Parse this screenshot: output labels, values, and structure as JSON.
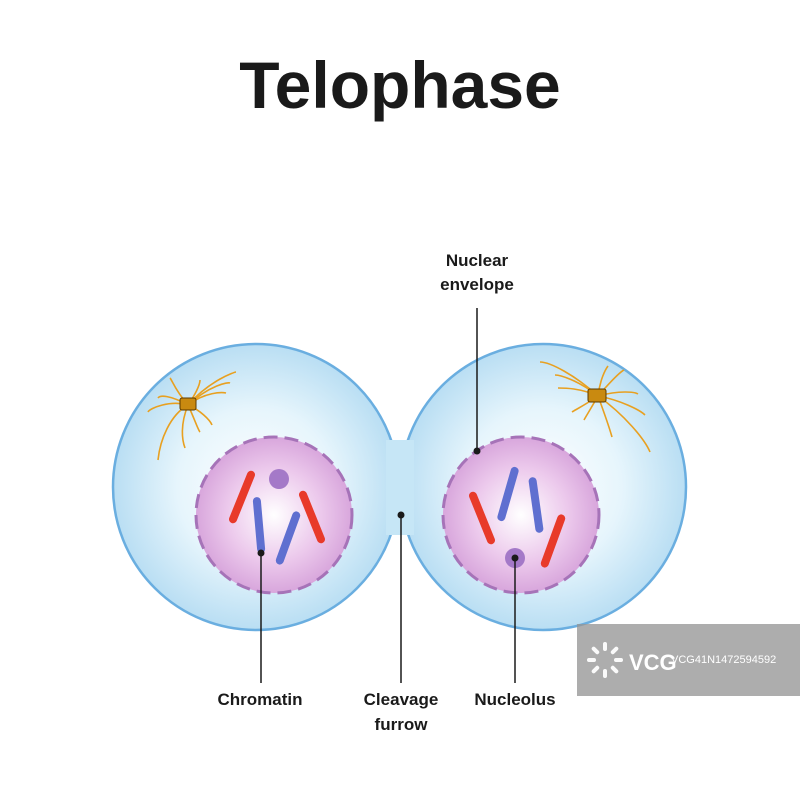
{
  "title": "Telophase",
  "labels": {
    "nuclear_envelope_line1": "Nuclear",
    "nuclear_envelope_line2": "envelope",
    "chromatin": "Chromatin",
    "cleavage_line1": "Cleavage",
    "cleavage_line2": "furrow",
    "nucleolus": "Nucleolus"
  },
  "watermark": {
    "brand": "VCG",
    "id": "VCG41N1472594592"
  },
  "colors": {
    "cell_edge": "#6aaee0",
    "cell_fill": "#d4edf9",
    "nucleus_fill": "#e3b8e3",
    "nucleus_edge": "#a673b8",
    "chromosome_red": "#e83a2a",
    "chromosome_blue": "#5f6fd0",
    "spindle": "#e8a020",
    "centrosome": "#c98a10",
    "nucleolus": "#a479c8"
  }
}
